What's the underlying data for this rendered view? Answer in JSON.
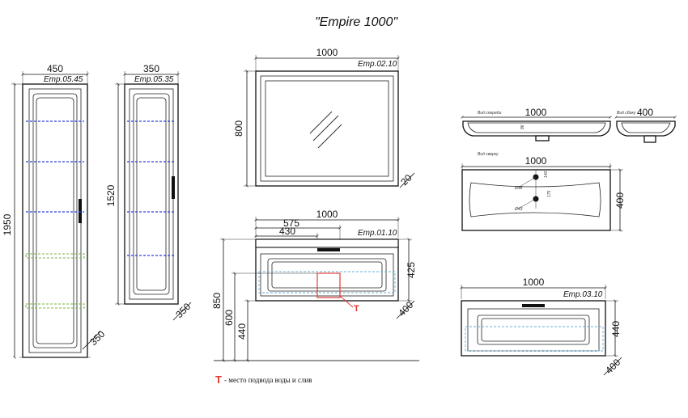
{
  "title": "\"Empire 1000\"",
  "tall_cabinet": {
    "code": "Emp.05.45",
    "width": "450",
    "height": "1950",
    "depth": "350"
  },
  "narrow_cabinet": {
    "code": "Emp.05.35",
    "width": "350",
    "height": "1520",
    "depth": "350"
  },
  "mirror": {
    "code": "Emp.02.10",
    "width": "1000",
    "height": "800",
    "depth": "20"
  },
  "vanity": {
    "code": "Emp.01.10",
    "width": "1000",
    "dim_575": "575",
    "dim_430": "430",
    "height": "425",
    "floor_height": "850",
    "dim_600": "600",
    "dim_440": "440",
    "depth": "400",
    "marker": "T"
  },
  "sink_side": {
    "label": "Вид спереди",
    "width": "1000",
    "tiny_dim": "86"
  },
  "sink_side_small": {
    "label": "Вид сбоку",
    "width": "400"
  },
  "sink_top": {
    "label": "Вид сверху",
    "width": "1000",
    "height": "400",
    "d38": "Ø38",
    "d43": "Ø43",
    "t1": "140",
    "t2": "175"
  },
  "low_cabinet": {
    "code": "Emp.03.10",
    "width": "1000",
    "height": "440",
    "depth": "400"
  },
  "legend": {
    "marker": "T",
    "text": "- место подвода воды и слив"
  },
  "colors": {
    "marker_red": "#e53935",
    "shelf_blue": "#2a3fd6",
    "shelf_green": "#7cb342"
  }
}
